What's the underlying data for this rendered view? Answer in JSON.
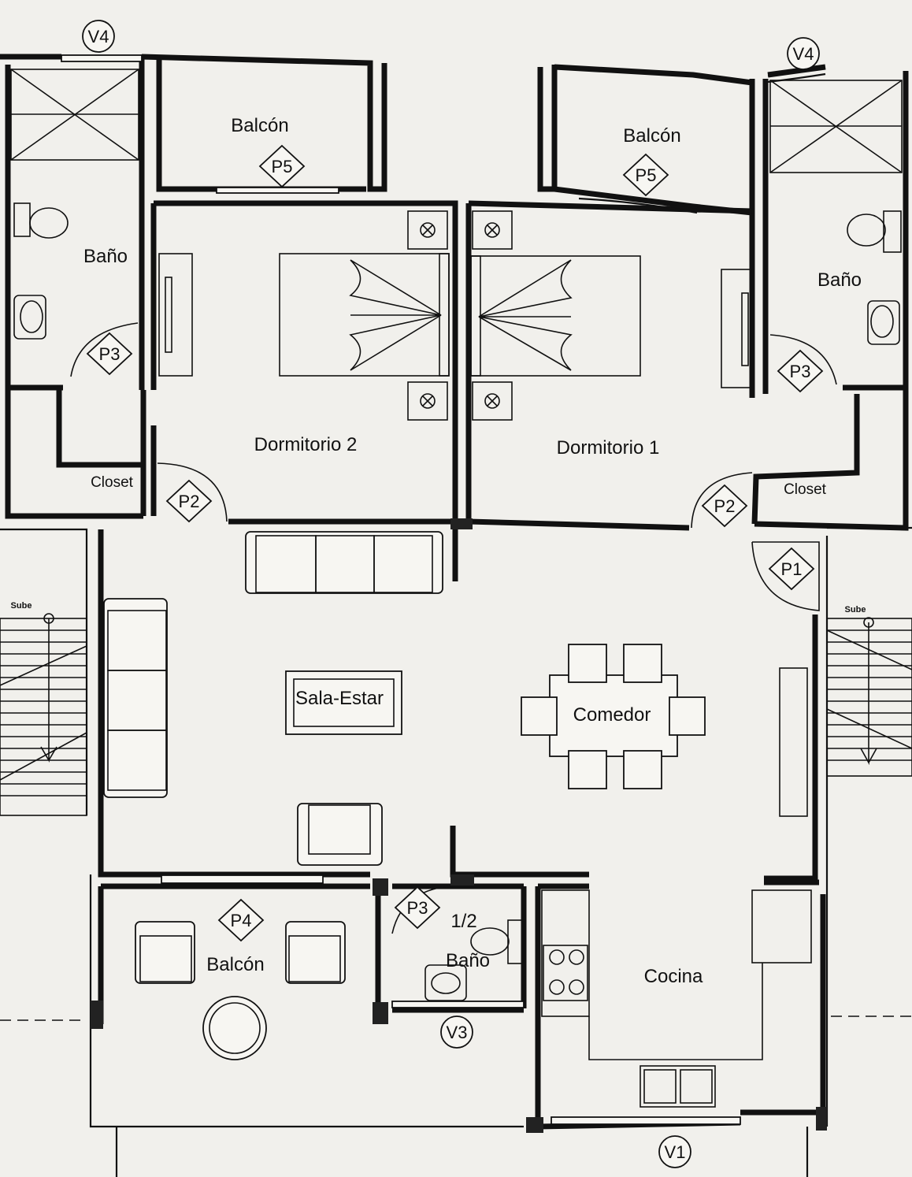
{
  "rooms": {
    "balcon_top_left": "Balcón",
    "balcon_top_right": "Balcón",
    "bano_left": "Baño",
    "bano_right": "Baño",
    "dormitorio_2": "Dormitorio 2",
    "dormitorio_1": "Dormitorio 1",
    "closet_left": "Closet",
    "closet_right": "Closet",
    "sala_estar": "Sala-Estar",
    "comedor": "Comedor",
    "balcon_bottom": "Balcón",
    "half_bath_top": "1/2",
    "half_bath_bottom": "Baño",
    "cocina": "Cocina"
  },
  "stairs": {
    "left": "Sube",
    "right": "Sube"
  },
  "doors": {
    "p5_left": "P5",
    "p5_right": "P5",
    "p3_left": "P3",
    "p3_right": "P3",
    "p2_left": "P2",
    "p2_right": "P2",
    "p1": "P1",
    "p4": "P4",
    "p3_half_bath": "P3"
  },
  "windows": {
    "v4_left": "V4",
    "v4_right": "V4",
    "v3": "V3",
    "v1": "V1"
  },
  "colors": {
    "paper": "#f1f0ec",
    "ink": "#111111"
  }
}
